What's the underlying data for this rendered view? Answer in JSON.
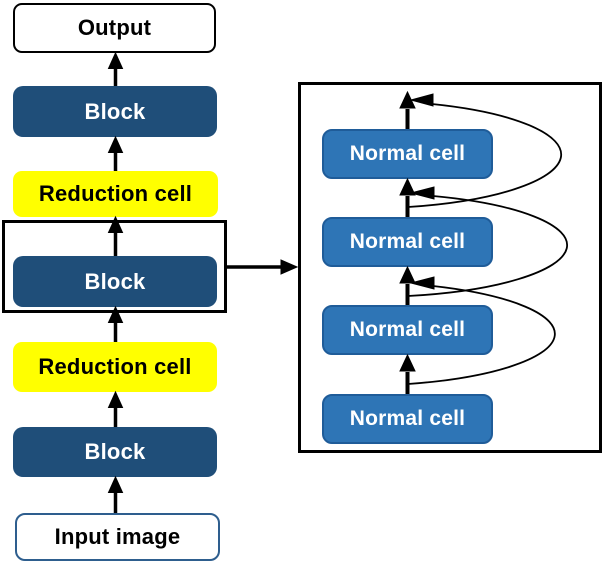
{
  "left_column": {
    "output_label": "Output",
    "block_top_label": "Block",
    "reduction_top_label": "Reduction cell",
    "block_middle_label": "Block",
    "reduction_bottom_label": "Reduction cell",
    "block_bottom_label": "Block",
    "input_label": "Input image"
  },
  "detail_panel": {
    "cells": [
      {
        "label": "Normal cell"
      },
      {
        "label": "Normal cell"
      },
      {
        "label": "Normal cell"
      },
      {
        "label": "Normal cell"
      }
    ]
  },
  "colors": {
    "block_fill": "#1F4E79",
    "reduction_fill": "#FFFF00",
    "normal_cell_fill": "#2E75B6",
    "normal_cell_border": "#1F5C99",
    "input_border": "#2E5E8E",
    "output_border": "#000000",
    "arrow": "#000000",
    "background": "#FFFFFF"
  }
}
